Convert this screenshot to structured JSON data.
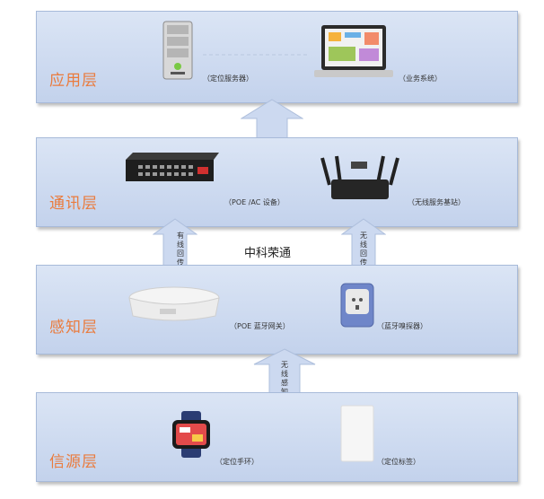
{
  "layers": [
    {
      "title": "应用层",
      "devices": [
        {
          "icon": "server-icon",
          "caption": "（定位服务器）"
        },
        {
          "icon": "laptop-icon",
          "caption": "（业务系统）"
        }
      ]
    },
    {
      "title": "通讯层",
      "devices": [
        {
          "icon": "poe-switch-icon",
          "caption": "（POE /AC 设备）"
        },
        {
          "icon": "router-icon",
          "caption": "（无线服务基站）"
        }
      ]
    },
    {
      "title": "感知层",
      "devices": [
        {
          "icon": "ceiling-gateway-icon",
          "caption": "（POE 蓝牙网关）"
        },
        {
          "icon": "plug-detector-icon",
          "caption": "（蓝牙嗅探器）"
        }
      ]
    },
    {
      "title": "信源层",
      "devices": [
        {
          "icon": "smartwatch-icon",
          "caption": "（定位手环）"
        },
        {
          "icon": "tag-icon",
          "caption": "（定位标签）"
        }
      ]
    }
  ],
  "arrows": {
    "left_mid": "有线回传",
    "right_mid": "无线回传",
    "bottom": "无线感知"
  },
  "center_label": "中科荣通",
  "colors": {
    "title": "#ea7b3d",
    "layer_fill": "#c9d6ee",
    "arrow_fill": "#ccd9f0"
  }
}
